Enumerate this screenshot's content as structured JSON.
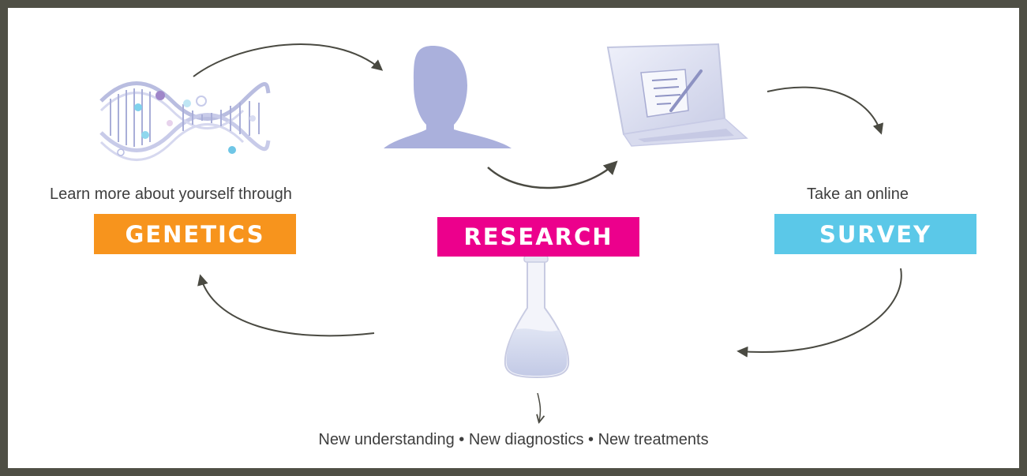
{
  "genetics": {
    "caption": "Learn more about yourself through",
    "label": "GENETICS",
    "color": "#f7941d",
    "icon": "dna-icon"
  },
  "research": {
    "label": "RESEARCH",
    "color": "#ec008c",
    "icon": "person-silhouette-icon"
  },
  "survey": {
    "caption": "Take an online",
    "label": "SURVEY",
    "color": "#5bc8e8",
    "icon": "laptop-survey-icon"
  },
  "lab": {
    "icon": "flask-icon"
  },
  "outcomes": {
    "text": "New understanding • New diagnostics • New treatments"
  },
  "arrows": {
    "color": "#4a4a42",
    "icon": "arrow-icon"
  }
}
